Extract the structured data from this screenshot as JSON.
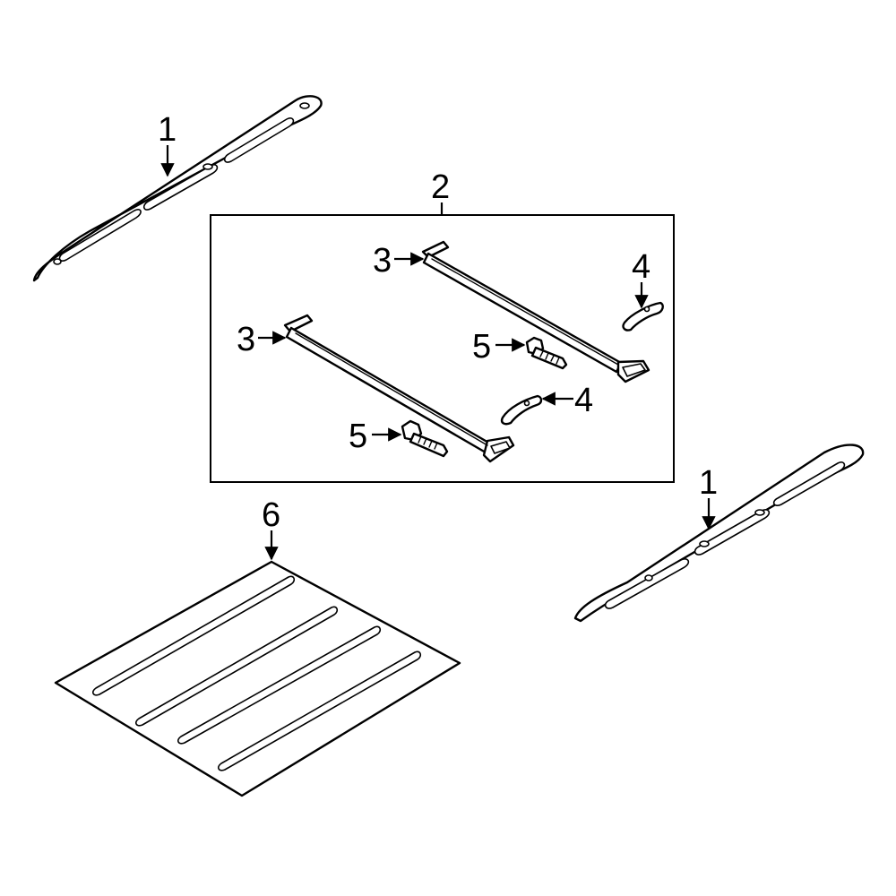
{
  "callouts": {
    "rail_left": "1",
    "rail_right": "1",
    "crossbar_kit": "2",
    "crossbar_upper": "3",
    "crossbar_lower": "3",
    "clip_upper": "4",
    "clip_lower": "4",
    "bolt_upper": "5",
    "bolt_lower": "5",
    "roof_panel": "6"
  },
  "colors": {
    "line": "#000000",
    "background": "#ffffff"
  }
}
